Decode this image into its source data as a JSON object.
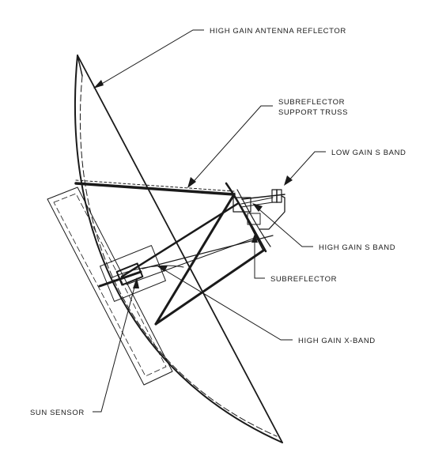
{
  "labels": {
    "reflector": "HIGH GAIN ANTENNA REFLECTOR",
    "truss_line1": "SUBREFLECTOR",
    "truss_line2": "SUPPORT TRUSS",
    "low_gain": "LOW GAIN S BAND",
    "high_gain_s": "HIGH GAIN S BAND",
    "subreflector": "SUBREFLECTOR",
    "high_gain_x": "HIGH GAIN X-BAND",
    "sun_sensor": "SUN SENSOR"
  },
  "colors": {
    "ink": "#1a1a1a",
    "background": "#ffffff"
  }
}
